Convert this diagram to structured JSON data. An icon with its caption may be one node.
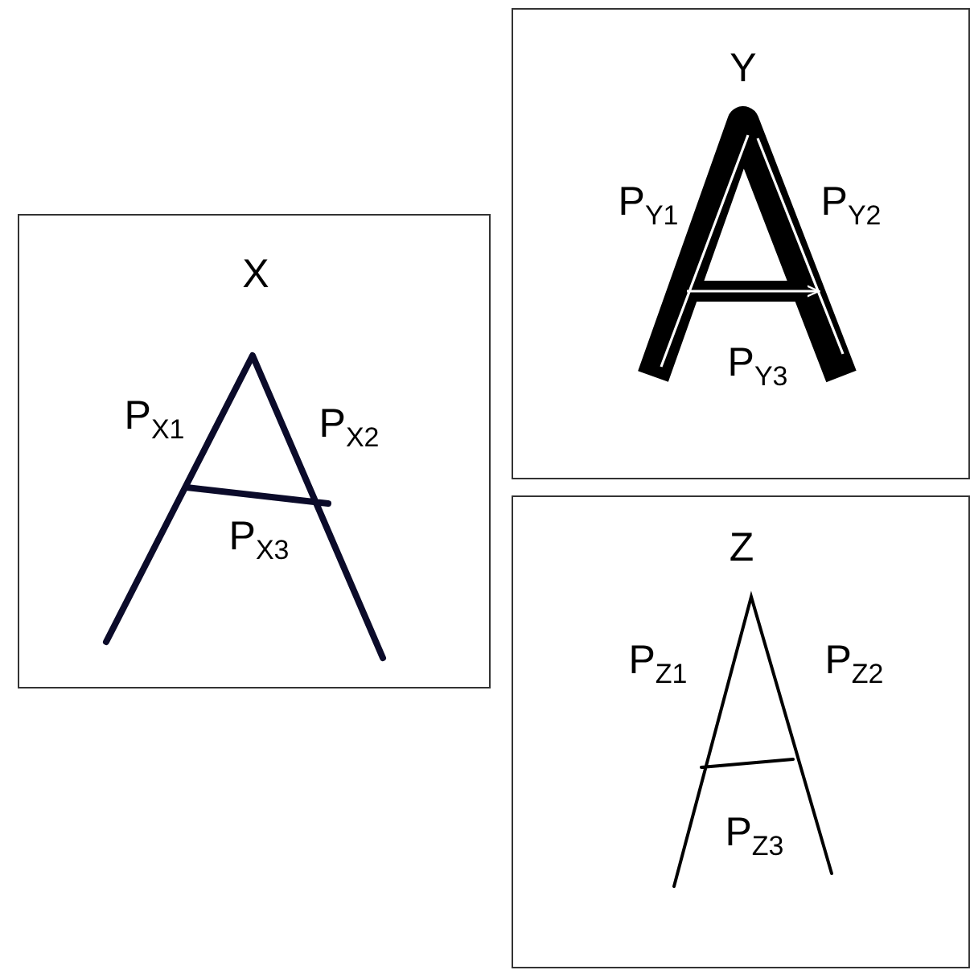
{
  "diagram": {
    "nodes": [
      {
        "text": [
          "X",
          "P$_{X1}$",
          "P$_{X2}$",
          "P$_{X3}$"
        ]
      },
      {
        "text": [
          "Y",
          "P$_{Y1}$",
          "P$_{Y2}$",
          "P$_{Y3}$"
        ]
      },
      {
        "text": [
          "Z",
          "P$_{Z1}$",
          "P$_{Z2}$",
          "P$_{Z3}$"
        ]
      }
    ]
  }
}
